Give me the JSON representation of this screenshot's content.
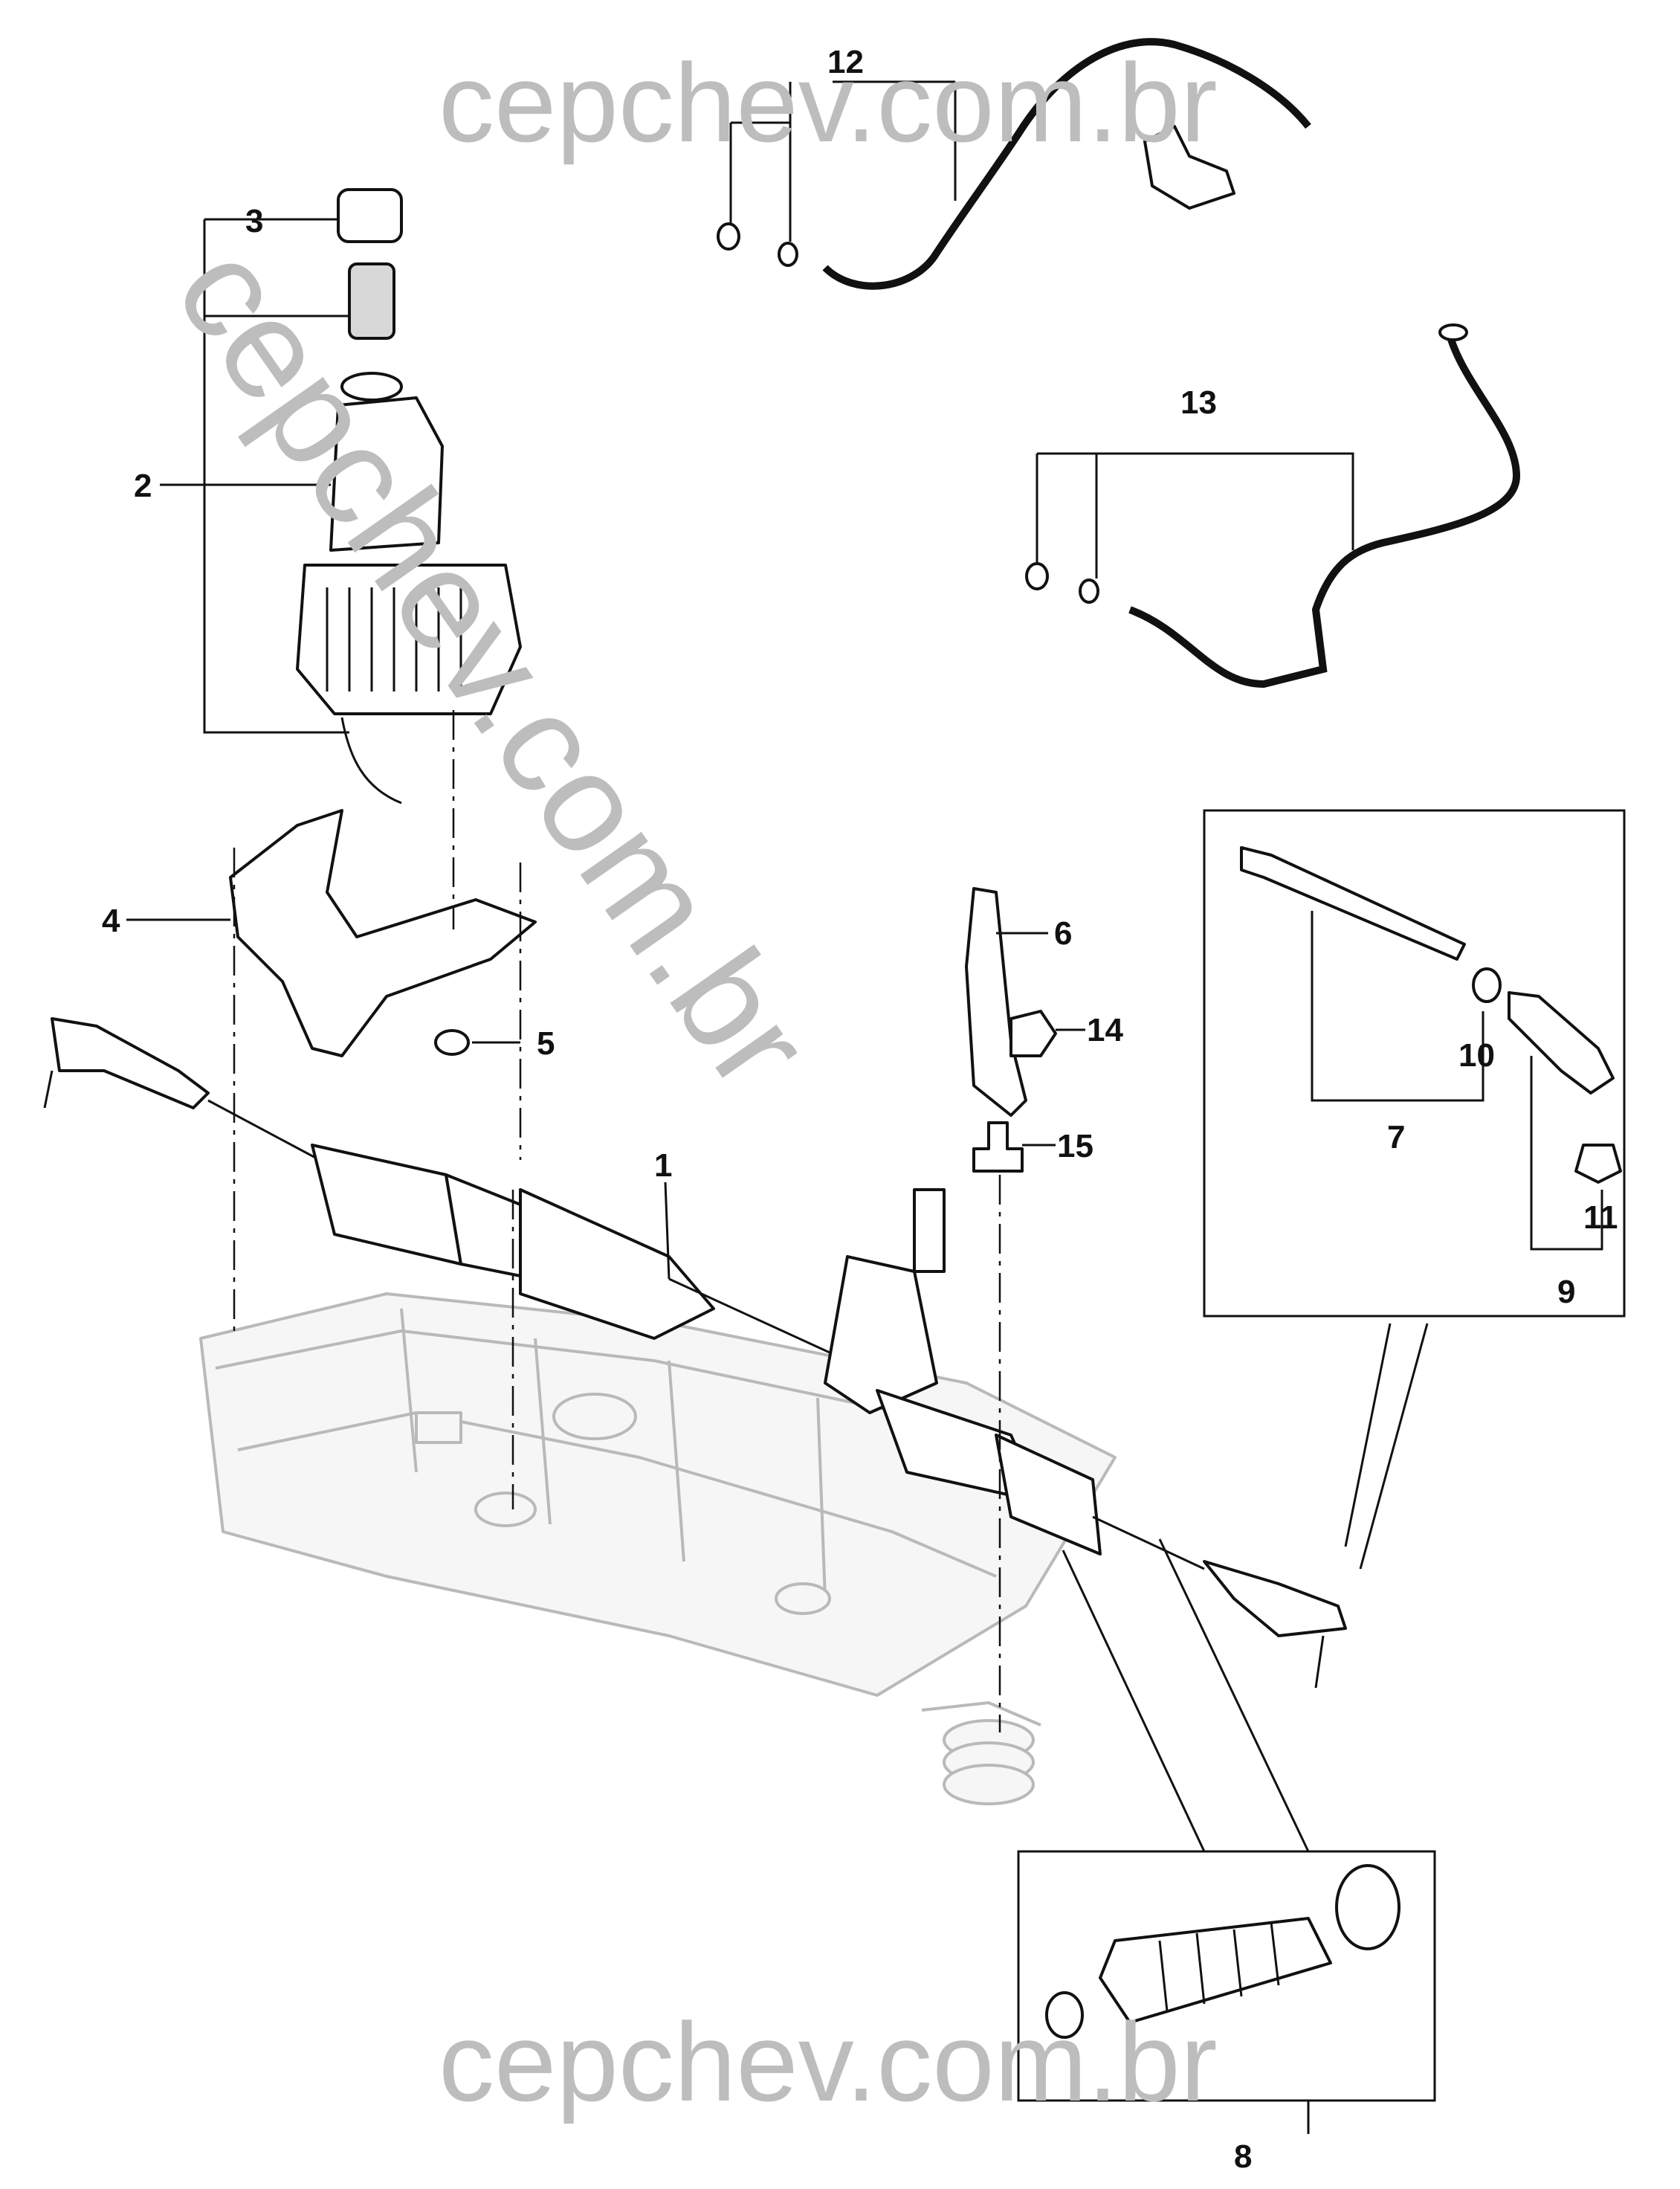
{
  "watermarks": {
    "top": "cepchev.com.br",
    "diagonal": "cepchev.com.br",
    "bottom": "cepchev.com.br"
  },
  "callouts": {
    "c1": "1",
    "c2": "2",
    "c3": "3",
    "c4": "4",
    "c5": "5",
    "c6": "6",
    "c7": "7",
    "c8": "8",
    "c9": "9",
    "c10": "10",
    "c11": "11",
    "c12": "12",
    "c13": "13",
    "c14": "14",
    "c15": "15"
  }
}
